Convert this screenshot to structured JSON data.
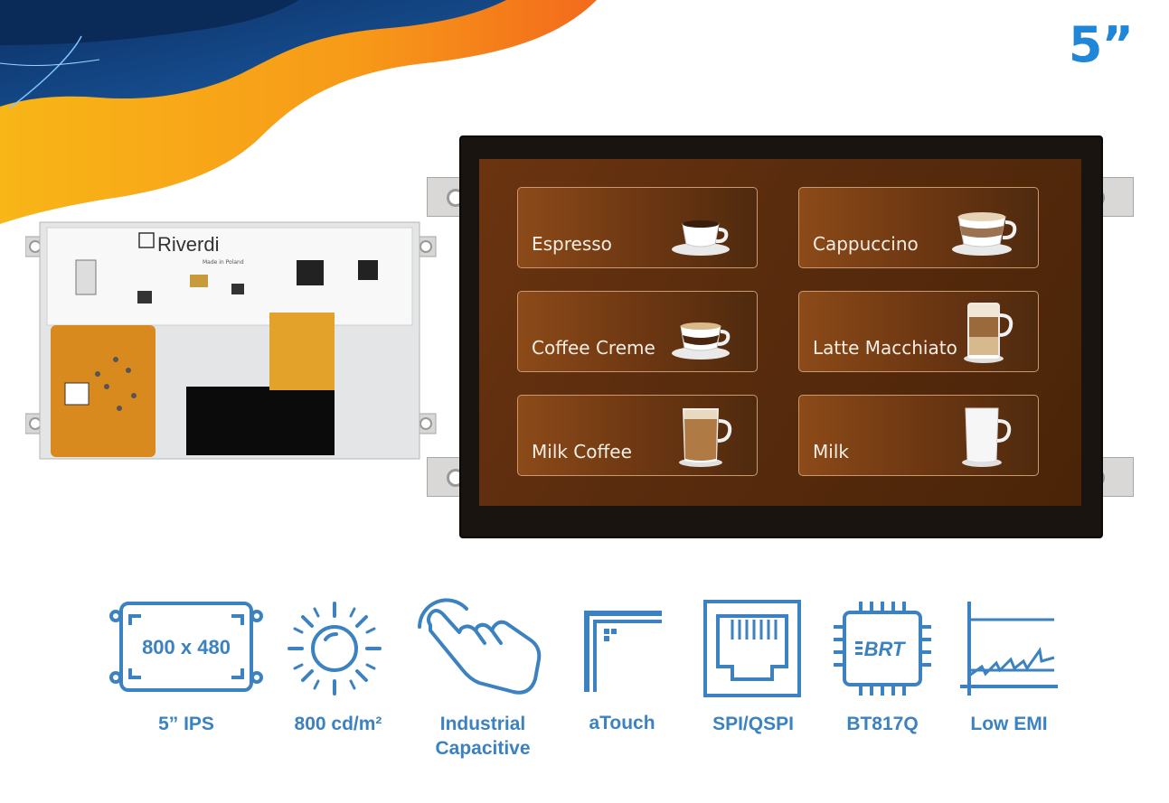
{
  "size": "5”",
  "brand": {
    "logo": "Riverdi",
    "made_in": "Made in Poland"
  },
  "menu_items": [
    {
      "label": "Espresso",
      "icon": "espresso-cup-icon"
    },
    {
      "label": "Cappuccino",
      "icon": "cappuccino-cup-icon"
    },
    {
      "label": "Coffee Creme",
      "icon": "coffee-creme-cup-icon"
    },
    {
      "label": "Latte Macchiato",
      "icon": "latte-glass-icon"
    },
    {
      "label": "Milk Coffee",
      "icon": "milk-coffee-glass-icon"
    },
    {
      "label": "Milk",
      "icon": "milk-glass-icon"
    }
  ],
  "specs": [
    {
      "label": "5” IPS",
      "icon": "resolution-frame-icon",
      "icon_text": "800 x 480"
    },
    {
      "label": "800 cd/m²",
      "icon": "sun-brightness-icon"
    },
    {
      "label": "Industrial\nCapacitive",
      "icon": "touch-hand-icon"
    },
    {
      "label": "aTouch",
      "icon": "corner-frame-icon"
    },
    {
      "label": "SPI/QSPI",
      "icon": "ethernet-port-icon"
    },
    {
      "label": "BT817Q",
      "icon": "chip-icon",
      "icon_text": "BRT"
    },
    {
      "label": "Low EMI",
      "icon": "emi-graph-icon"
    }
  ],
  "colors": {
    "accent": "#1f86d8",
    "spec_blue": "#3c82c0",
    "orange": "#f7a11a",
    "navy": "#0d3b73"
  }
}
